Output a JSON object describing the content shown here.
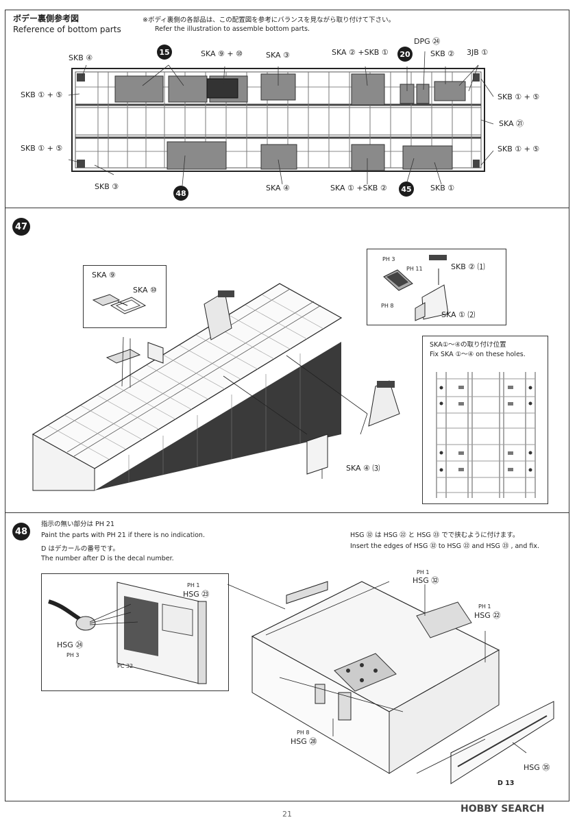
{
  "top": {
    "title_jp": "ボデー裏側参考図",
    "title_en": "Reference  of bottom parts",
    "note_jp": "※ボディ裏側の各部品は、この配置図を参考にバランスを見ながら取り付けて下さい。",
    "note_en": "Refer the illustration to assemble bottom parts.",
    "labels": {
      "skb4": "SKB ④",
      "step15": "15",
      "ska9_10": "SKA ⑨ + ⑩",
      "ska3": "SKA ③",
      "ska2_skb1": "SKA ② +SKB ①",
      "step20": "20",
      "skb2_top": "SKB ②",
      "dpg24": "DPG ㉔",
      "jb1": "3JB ①",
      "skb1_5_left_top": "SKB ① + ⑤",
      "skb1_5_right_top": "SKB ① + ⑤",
      "ska21": "SKA ㉑",
      "skb1_5_left_bot": "SKB ① + ⑤",
      "skb1_5_right_bot": "SKB ① + ⑤",
      "skb3": "SKB ③",
      "step48": "48",
      "ska4": "SKA ④",
      "ska1_skb2": "SKA ① +SKB ②",
      "step45": "45",
      "skb1_bot": "SKB ①"
    }
  },
  "step47": {
    "number": "47",
    "inset_left": {
      "ska9": "SKA ⑨",
      "ska10": "SKA ⑩"
    },
    "inset_right": {
      "ph3": "PH 3",
      "ph11": "PH 11",
      "ph8": "PH 8",
      "skb2_1": "SKB ② ⑴",
      "ska1_2": "SKA ① ⑵"
    },
    "holes": {
      "title_jp": "SKA①～④の取り付け位置",
      "title_en": "Fix SKA ①～④ on these holes."
    },
    "ska4_3": "SKA ④ ⑶"
  },
  "step48": {
    "number": "48",
    "note1_jp": "指示の無い部分は PH 21",
    "note1_en": "Paint the parts with PH 21 if there is no indication.",
    "note2_jp": "D はデカールの番号です。",
    "note2_en": "The number after D is the decal number.",
    "hsg_note_jp": "HSG ㉜ は HSG ㉒ と HSG ㉓ でで挟むように付けます。",
    "hsg_note_en": "Insert the edges of  HSG ㉜  to HSG ㉒  and HSG ㉓ , and fix.",
    "inset": {
      "ph1": "PH 1",
      "hsg23": "HSG ㉓",
      "hsg24": "HSG ㉔",
      "ph3": "PH 3",
      "pc32": "PC 32"
    },
    "main": {
      "ph1_a": "PH 1",
      "hsg32": "HSG ㉜",
      "ph1_b": "PH 1",
      "hsg22": "HSG ㉒",
      "ph8": "PH 8",
      "hsg28": "HSG ㉘",
      "hsg35": "HSG ㉟",
      "d13": "D 13"
    }
  },
  "footer": {
    "page": "21",
    "watermark": "HOBBY SEARCH"
  }
}
